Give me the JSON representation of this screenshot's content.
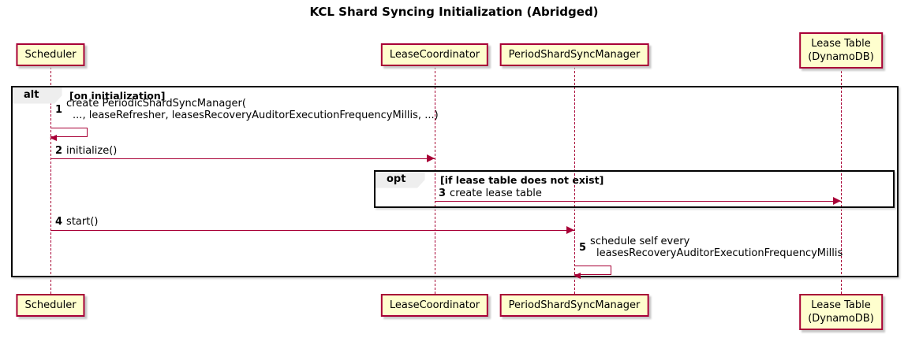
{
  "title": "KCL Shard Syncing Initialization (Abridged)",
  "participants": [
    {
      "label": "Scheduler"
    },
    {
      "label": "LeaseCoordinator"
    },
    {
      "label": "PeriodShardSyncManager"
    },
    {
      "label": "Lease Table",
      "sublabel": "(DynamoDB)"
    }
  ],
  "frames": {
    "alt": {
      "keyword": "alt",
      "condition": "[on initialization]"
    },
    "opt": {
      "keyword": "opt",
      "condition": "[if lease table does not exist]"
    }
  },
  "messages": [
    {
      "num": "1",
      "lines": [
        "create PeriodicShardSyncManager(",
        "..., leaseRefresher, leasesRecoveryAuditorExecutionFrequencyMillis, ...)"
      ],
      "kind": "self",
      "from": "Scheduler",
      "to": "Scheduler"
    },
    {
      "num": "2",
      "text": "initialize()",
      "kind": "arrow",
      "from": "Scheduler",
      "to": "LeaseCoordinator"
    },
    {
      "num": "3",
      "text": "create lease table",
      "kind": "arrow",
      "from": "LeaseCoordinator",
      "to": "Lease Table (DynamoDB)"
    },
    {
      "num": "4",
      "text": "start()",
      "kind": "arrow",
      "from": "Scheduler",
      "to": "PeriodShardSyncManager"
    },
    {
      "num": "5",
      "lines": [
        "schedule self every",
        "leasesRecoveryAuditorExecutionFrequencyMillis"
      ],
      "kind": "self",
      "from": "PeriodShardSyncManager",
      "to": "PeriodShardSyncManager"
    }
  ],
  "colors": {
    "participant_fill": "#FEFECE",
    "participant_border": "#A80036",
    "arrow": "#A80036",
    "frame_border": "#000000",
    "frame_label_fill": "#EEEEEE",
    "text": "#000000"
  }
}
